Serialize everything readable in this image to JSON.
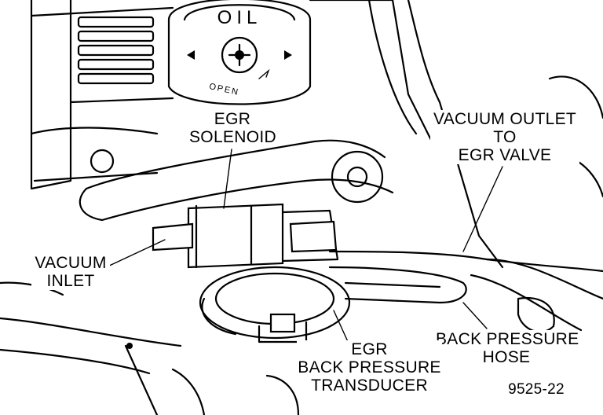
{
  "figure_id": "9525-22",
  "cap": {
    "brand": "OIL",
    "direction": "OPEN"
  },
  "callouts": {
    "egr_solenoid": [
      "EGR",
      "SOLENOID"
    ],
    "vacuum_outlet": [
      "VACUUM OUTLET",
      "TO",
      "EGR VALVE"
    ],
    "vacuum_inlet": [
      "VACUUM",
      "INLET"
    ],
    "back_pressure_hose": [
      "BACK PRESSURE",
      "HOSE"
    ],
    "egr_transducer": [
      "EGR",
      "BACK PRESSURE",
      "TRANSDUCER"
    ]
  }
}
